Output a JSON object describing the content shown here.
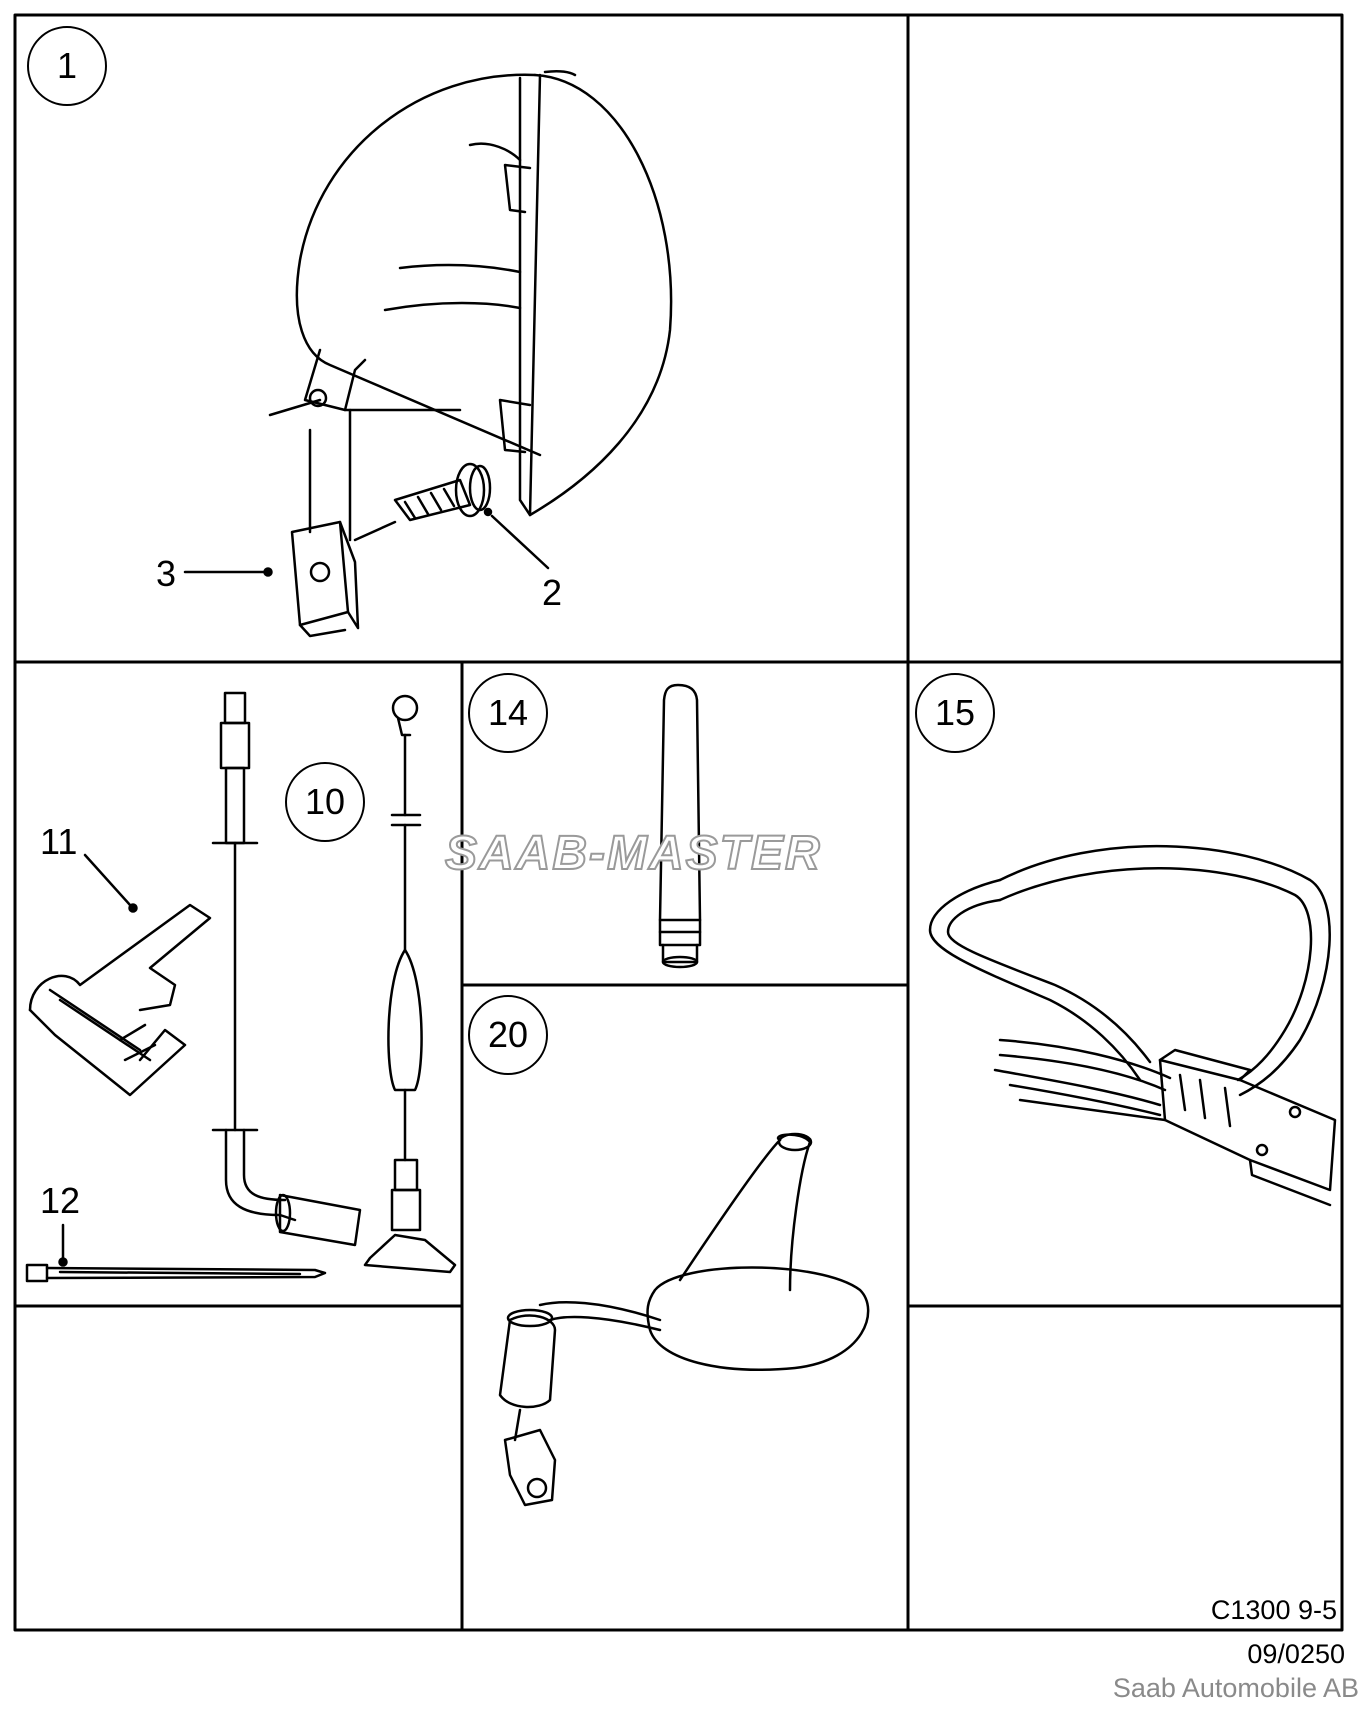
{
  "panels": {
    "p1": "1",
    "p10": "10",
    "p14": "14",
    "p15": "15",
    "p20": "20"
  },
  "callouts": {
    "c2": "2",
    "c3": "3",
    "c11": "11",
    "c12": "12"
  },
  "watermark": "SAAB-MASTER",
  "footer": {
    "code": "C1300 9-5",
    "date": "09/0250",
    "company": "Saab Automobile AB"
  }
}
